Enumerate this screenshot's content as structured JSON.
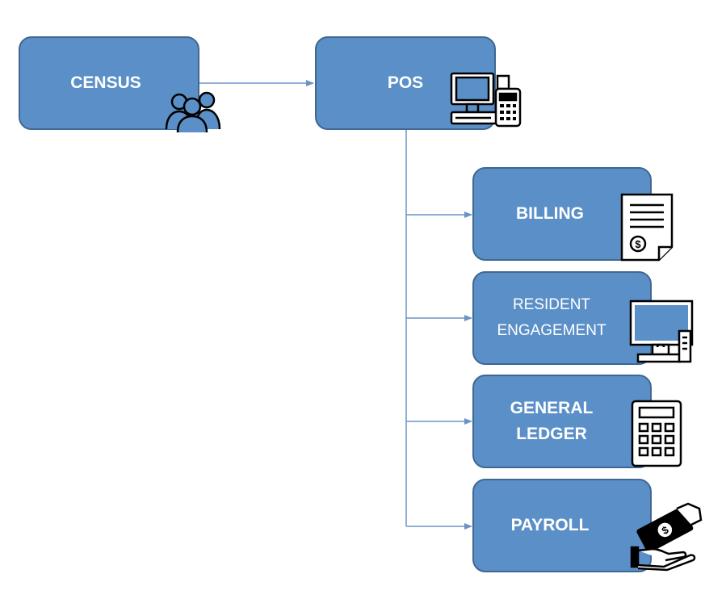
{
  "nodes": {
    "census": {
      "label": "CENSUS"
    },
    "pos": {
      "label": "POS"
    },
    "billing": {
      "label": "BILLING"
    },
    "resident": {
      "line1": "RESIDENT",
      "line2": "ENGAGEMENT"
    },
    "ledger": {
      "line1": "GENERAL",
      "line2": "LEDGER"
    },
    "payroll": {
      "label": "PAYROLL"
    }
  },
  "icons": {
    "census": "people-group-icon",
    "pos": "pos-terminal-icon",
    "billing": "invoice-dollar-icon",
    "resident": "monitor-terminal-icon",
    "ledger": "calculator-icon",
    "payroll": "hand-money-icon"
  },
  "colors": {
    "box_fill": "#5b8fc8",
    "box_border": "#3f6791",
    "connector": "#6b93c4",
    "icon_stroke": "#000000"
  }
}
